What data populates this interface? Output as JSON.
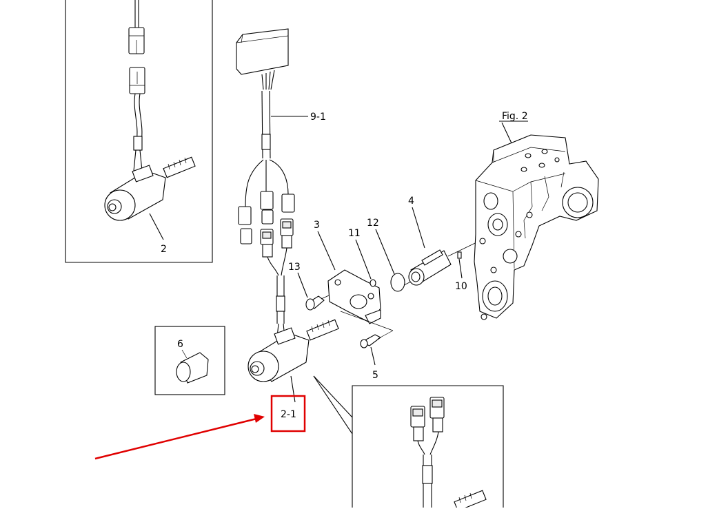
{
  "diagram": {
    "fig_label": "Fig. 2",
    "callouts": {
      "harness": "9-1",
      "solenoid_inset": "2",
      "solenoid_main": "2-1",
      "plate": "3",
      "sleeve": "4",
      "screw_short": "5",
      "cap": "6",
      "pin": "10",
      "small_oring": "11",
      "large_oring": "12",
      "bolt": "13"
    },
    "highlight": {
      "target_callout": "2-1",
      "box_color": "#e00000",
      "arrow_color": "#e00000"
    }
  }
}
